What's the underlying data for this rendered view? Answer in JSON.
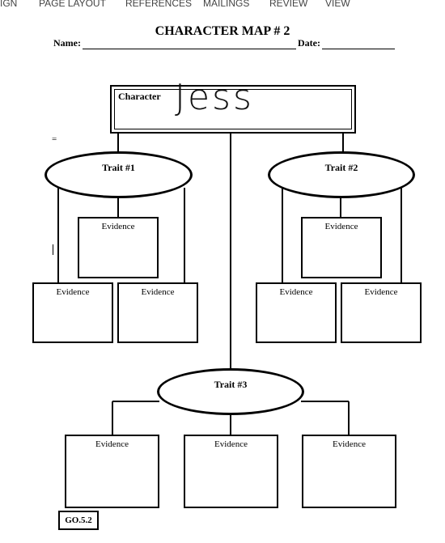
{
  "ribbon": {
    "tabs": [
      "IGN",
      "PAGE LAYOUT",
      "REFERENCES",
      "MAILINGS",
      "REVIEW",
      "VIEW"
    ]
  },
  "document": {
    "title": "CHARACTER MAP # 2",
    "name_label": "Name:",
    "date_label": "Date:",
    "character_label": "Character",
    "character_name": "Jess",
    "stray_mark": "=",
    "traits": [
      "Trait #1",
      "Trait #2",
      "Trait #3"
    ],
    "evidence_label": "Evidence",
    "code": "GO.5.2"
  }
}
